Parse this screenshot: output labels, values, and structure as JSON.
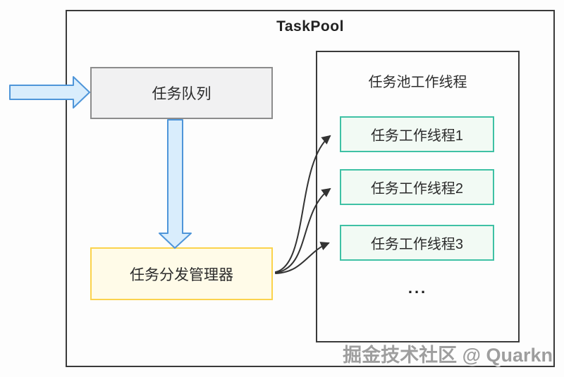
{
  "diagram": {
    "title": "TaskPool",
    "queue_box": {
      "label": "任务队列"
    },
    "dispatcher_box": {
      "label": "任务分发管理器"
    },
    "pool_panel": {
      "title": "任务池工作线程",
      "workers": [
        {
          "label": "任务工作线程1"
        },
        {
          "label": "任务工作线程2"
        },
        {
          "label": "任务工作线程3"
        }
      ],
      "ellipsis": "..."
    },
    "watermark": "掘金技术社区 @ Quarkn",
    "colors": {
      "arrow_fill": "#d9edfc",
      "arrow_stroke": "#4e95d9",
      "queue_fill": "#f1f1f2",
      "queue_border": "#8c8c8c",
      "dispatcher_fill": "#fffbe8",
      "dispatcher_border": "#fbd34d",
      "worker_fill": "#f2faf4",
      "worker_border": "#3fc1a5",
      "connector": "#333333",
      "watermark": "#9e9e9e"
    }
  }
}
